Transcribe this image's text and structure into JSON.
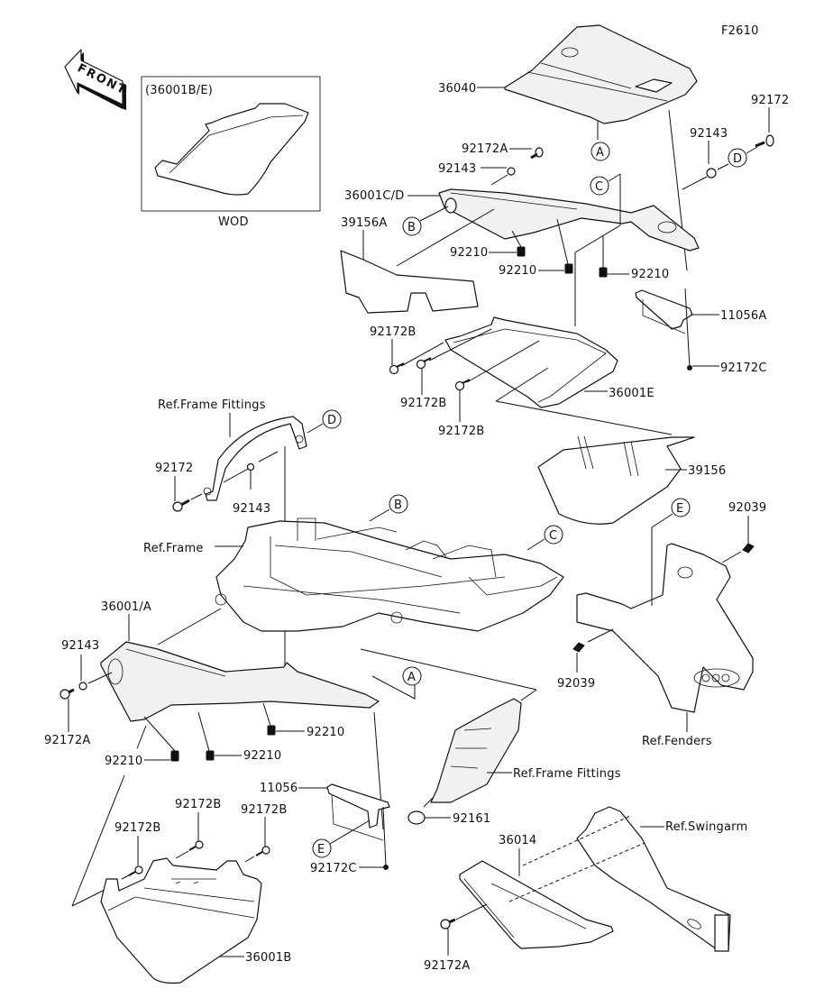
{
  "diagram": {
    "figure_id": "F2610",
    "front_arrow_label": "FRONT",
    "inset": {
      "title": "(36001B/E)",
      "caption": "WOD"
    },
    "callouts": {
      "p36040": "36040",
      "p92172_top": "92172",
      "p92143_topright": "92143",
      "p92172A_top": "92172A",
      "p92143_top": "92143",
      "p36001CD": "36001C/D",
      "p39156A": "39156A",
      "p92210_a": "92210",
      "p92210_b": "92210",
      "p92210_c": "92210",
      "p11056A": "11056A",
      "p92172C_top": "92172C",
      "p92172B_1": "92172B",
      "p92172B_2": "92172B",
      "p92172B_3": "92172B",
      "p36001E": "36001E",
      "p39156": "39156",
      "ref_frame_fittings_top": "Ref.Frame Fittings",
      "p92172_left": "92172",
      "p92143_left": "92143",
      "ref_frame": "Ref.Frame",
      "p92039_top": "92039",
      "p92039_mid": "92039",
      "ref_fenders": "Ref.Fenders",
      "p36001A": "36001/A",
      "p92143_low": "92143",
      "p92172A_left": "92172A",
      "p92210_d": "92210",
      "p92210_e": "92210",
      "p92210_f": "92210",
      "ref_frame_fittings_low": "Ref.Frame Fittings",
      "p11056": "11056",
      "p92161": "92161",
      "p92172C_low": "92172C",
      "p92172B_4": "92172B",
      "p92172B_5": "92172B",
      "p92172B_6": "92172B",
      "p36001B": "36001B",
      "p36014": "36014",
      "ref_swingarm": "Ref.Swingarm",
      "p92172A_bottom": "92172A"
    },
    "reference_markers": {
      "A": "A",
      "B": "B",
      "C": "C",
      "D": "D",
      "E": "E"
    }
  }
}
